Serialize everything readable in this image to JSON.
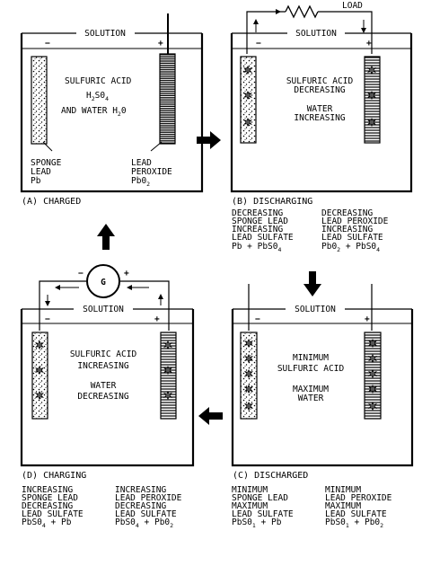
{
  "colors": {
    "ink": "#000000",
    "paper": "#ffffff",
    "electrode_fill": "#e8e8e8"
  },
  "common": {
    "solution_label": "SOLUTION",
    "minus_sign": "−",
    "plus_sign": "+",
    "load_label": "LOAD",
    "meter_label": "G"
  },
  "panel_a": {
    "caption": "(A) CHARGED",
    "line1": "SULFURIC ACID",
    "formula1": "H",
    "formula1_sub1": "2",
    "formula1_mid": "S0",
    "formula1_sub2": "4",
    "line3": "AND WATER H",
    "line3_sub": "2",
    "line3_end": "0",
    "neg_label1": "SPONGE",
    "neg_label2": "LEAD",
    "neg_label3": "Pb",
    "pos_label1": "LEAD",
    "pos_label2": "PEROXIDE",
    "pos_label3": "Pb0",
    "pos_label3_sub": "2"
  },
  "panel_b": {
    "caption": "(B) DISCHARGING",
    "line1": "SULFURIC ACID",
    "line2": "DECREASING",
    "line3": "WATER",
    "line4": "INCREASING",
    "left_notes": [
      "DECREASING",
      "SPONGE LEAD",
      "INCREASING",
      "LEAD SULFATE",
      "Pb + PbS0"
    ],
    "left_sub": "4",
    "right_notes": [
      "DECREASING",
      "LEAD PEROXIDE",
      "INCREASING",
      "LEAD SULFATE",
      "Pb0"
    ],
    "right_sub1": "2",
    "right_mid": " + PbS0",
    "right_sub2": "4"
  },
  "panel_c": {
    "caption": "(C) DISCHARGED",
    "line1": "MINIMUM",
    "line2": "SULFURIC ACID",
    "line3": "MAXIMUM",
    "line4": "WATER",
    "left_notes": [
      "MINIMUM",
      "SPONGE LEAD",
      "MAXIMUM",
      "LEAD SULFATE",
      "PbS0"
    ],
    "left_sub": "1",
    "left_end": " + Pb",
    "right_notes": [
      "MINIMUM",
      "LEAD PEROXIDE",
      "MAXIMUM",
      "LEAD SULFATE",
      "PbS0"
    ],
    "right_sub": "1",
    "right_mid": " + Pb0",
    "right_sub2": "2"
  },
  "panel_d": {
    "caption": "(D) CHARGING",
    "line1": "SULFURIC ACID",
    "line2": "INCREASING",
    "line3": "WATER",
    "line4": "DECREASING",
    "left_notes": [
      "INCREASING",
      "SPONGE LEAD",
      "DECREASING",
      "LEAD SULFATE",
      "PbS0"
    ],
    "left_sub": "4",
    "left_end": " + Pb",
    "right_notes": [
      "INCREASING",
      "LEAD PEROXIDE",
      "DECREASING",
      "LEAD SULFATE",
      "PbS0"
    ],
    "right_sub1": "4",
    "right_mid": " + Pb0",
    "right_sub2": "2"
  }
}
